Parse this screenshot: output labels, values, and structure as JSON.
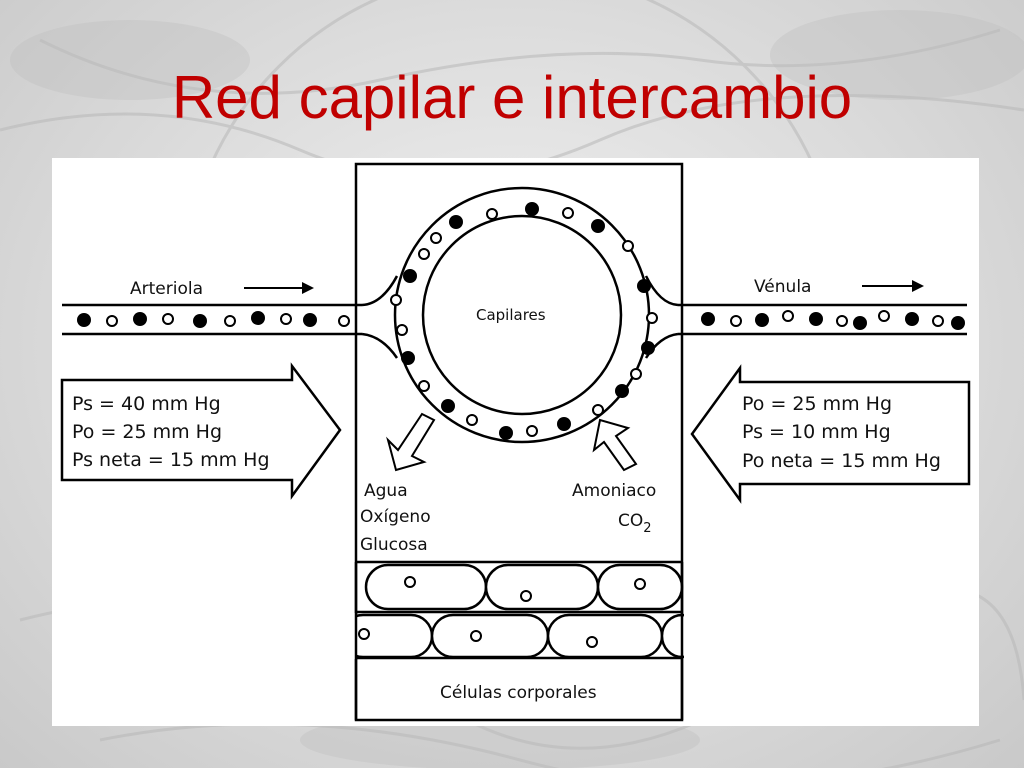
{
  "slide": {
    "title": "Red capilar e intercambio"
  },
  "diagram": {
    "arteriola_label": "Arteriola",
    "venula_label": "Vénula",
    "capilares_label": "Capilares",
    "arterial_box": {
      "lines": [
        "Ps = 40 mm Hg",
        "Po = 25 mm Hg",
        "Ps neta = 15 mm Hg"
      ]
    },
    "venous_box": {
      "lines": [
        "Po = 25 mm Hg",
        "Ps = 10 mm Hg",
        "Po neta = 15 mm Hg"
      ]
    },
    "to_cells": [
      "Agua",
      "Oxígeno",
      "Glucosa"
    ],
    "to_blood": {
      "line1": "Amoniaco",
      "co2": "CO",
      "co2_sub": "2"
    },
    "cells_label": "Células corporales"
  }
}
